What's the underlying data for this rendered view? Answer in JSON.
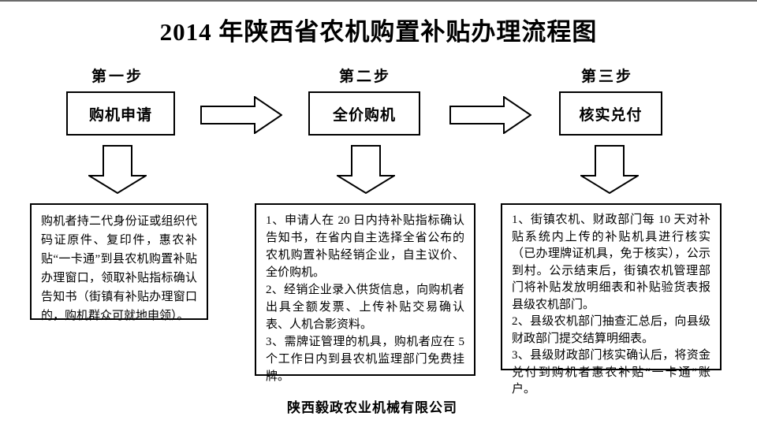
{
  "page": {
    "title": "2014 年陕西省农机购置补贴办理流程图",
    "footer": "陕西毅政农业机械有限公司"
  },
  "steps": [
    {
      "label": "第一步",
      "box_label": "购机申请",
      "detail": "购机者持二代身份证或组织代码证原件、复印件，惠农补贴“一卡通”到县农机购置补贴办理窗口，领取补贴指标确认告知书（街镇有补贴办理窗口的，购机群众可就地申领）。"
    },
    {
      "label": "第二步",
      "box_label": "全价购机",
      "detail": "1、申请人在 20 日内持补贴指标确认告知书，在省内自主选择全省公布的农机购置补贴经销企业，自主议价、全价购机。\n2、经销企业录入供货信息，向购机者出具全额发票、上传补贴交易确认表、人机合影资料。\n3、需牌证管理的机具，购机者应在 5 个工作日内到县农机监理部门免费挂牌。"
    },
    {
      "label": "第三步",
      "box_label": "核实兑付",
      "detail": "1、街镇农机、财政部门每 10 天对补贴系统内上传的补贴机具进行核实（已办理牌证机具，免于核实），公示到村。公示结束后，街镇农机管理部门将补贴发放明细表和补贴验货表报县级农机部门。\n2、县级农机部门抽查汇总后，向县级财政部门提交结算明细表。\n3、县级财政部门核实确认后，将资金兑付到购机者惠农补贴“一卡通”账户。"
    }
  ],
  "icons": {
    "right_arrow": "block-arrow-right",
    "down_arrow": "block-arrow-down"
  },
  "colors": {
    "background": "#ffffff",
    "line": "#000000",
    "text": "#000000"
  }
}
